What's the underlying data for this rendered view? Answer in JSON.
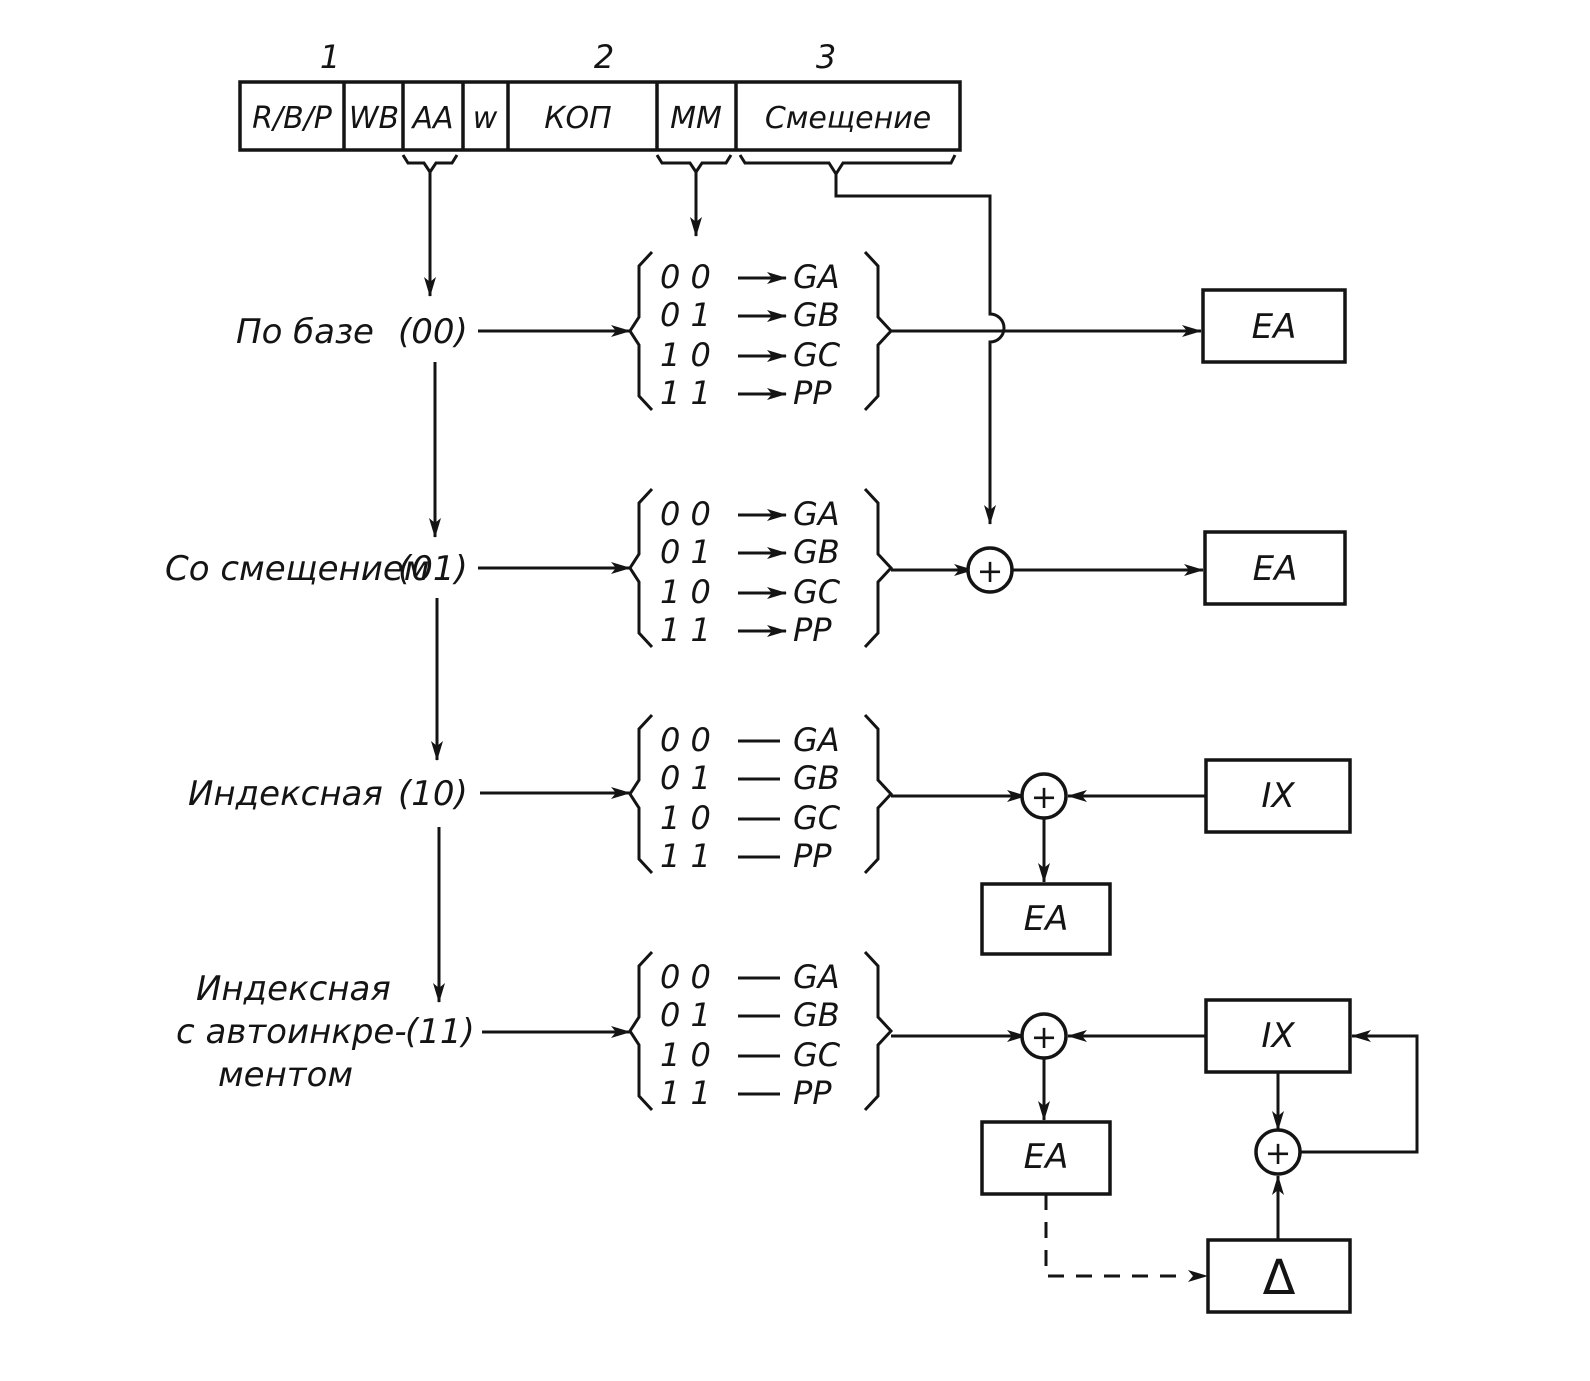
{
  "field_numbers": [
    "1",
    "2",
    "3"
  ],
  "instruction_fields": [
    "R/B/P",
    "WB",
    "AA",
    "w",
    "КОП",
    "MM",
    "Смещение"
  ],
  "modes": [
    {
      "label": "По базе",
      "code": "(00)"
    },
    {
      "label": "Со смещением",
      "code": "(01)"
    },
    {
      "label": "Индексная",
      "code": "(10)"
    },
    {
      "label_lines": [
        "Индексная",
        "с автоинкре-",
        "ментом"
      ],
      "code": "(11)"
    }
  ],
  "register_table": {
    "codes": [
      "0 0",
      "0 1",
      "1 0",
      "1 1"
    ],
    "registers": [
      "GA",
      "GB",
      "GC",
      "PP"
    ]
  },
  "blocks": {
    "effective_address": "EA",
    "index_register": "IX",
    "increment": "Δ"
  },
  "symbols": {
    "adder": "+"
  }
}
